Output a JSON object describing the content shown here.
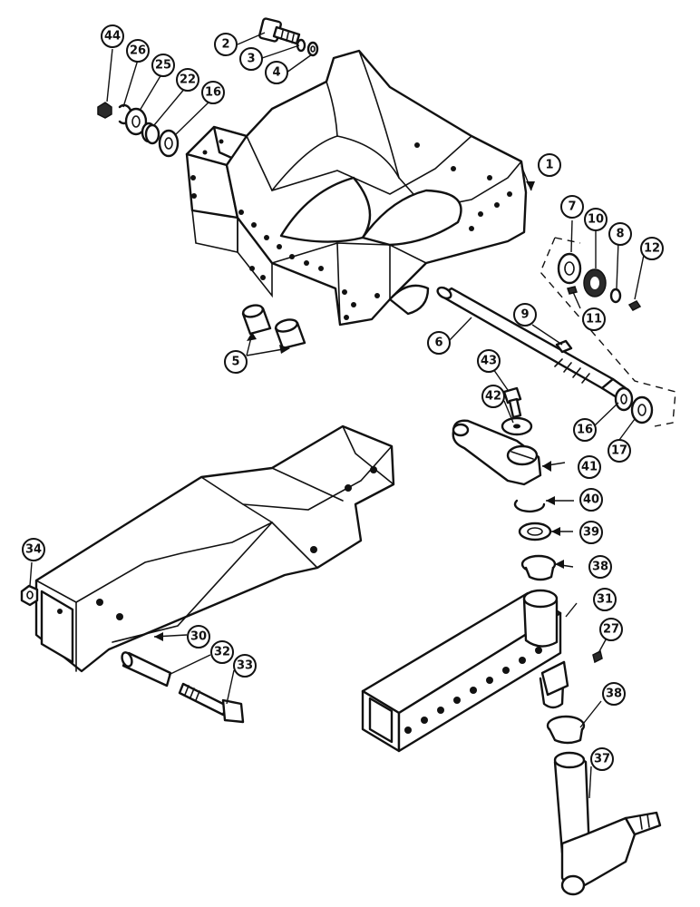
{
  "diagram": {
    "type": "exploded-parts-diagram",
    "callouts": [
      "44",
      "26",
      "25",
      "22",
      "16",
      "2",
      "3",
      "4",
      "1",
      "7",
      "10",
      "8",
      "12",
      "11",
      "9",
      "6",
      "5",
      "43",
      "42",
      "41",
      "16",
      "17",
      "40",
      "39",
      "38",
      "31",
      "27",
      "34",
      "30",
      "32",
      "33",
      "38",
      "37"
    ]
  }
}
